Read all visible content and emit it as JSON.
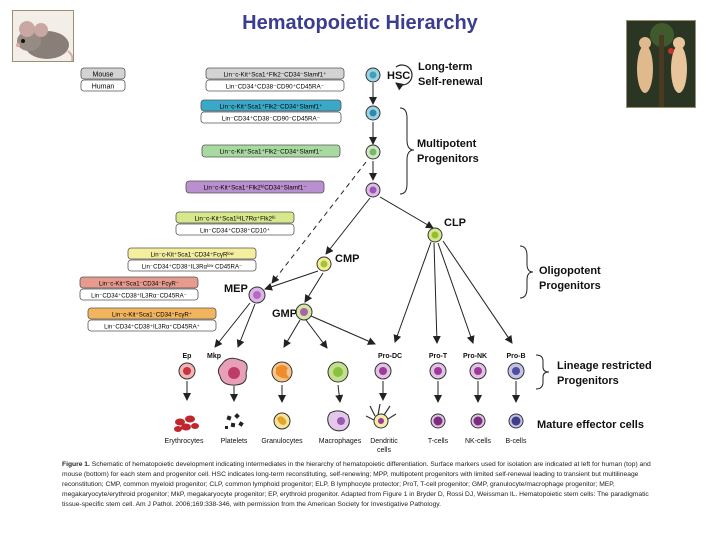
{
  "title": "Hematopoietic Hierarchy",
  "legend": {
    "mouse": "Mouse",
    "human": "Human"
  },
  "colors": {
    "title": "#3b3d8f",
    "arrow": "#222222",
    "mpp1_box": "#3aa9c9",
    "mpp2_box": "#a8d9a0",
    "mpp3_box": "#b98fd0",
    "clp_box": "#d7e78c",
    "cmp_box": "#f4ef9f",
    "mep_box": "#e79a8e",
    "gmp_box": "#f2b45c",
    "cell_hsc_mpp": "#3e9fc0",
    "cell_green": "#a9d34c",
    "cell_purple": "#b062b8",
    "cell_red": "#c8343b",
    "cell_megakaryocyte": "#c03b6a",
    "cell_granulocyte": "#f08c2a",
    "cell_macrophage": "#8ac13f",
    "cell_lymphoid": "#a03a9a",
    "cell_pro_b": "#4f4ea0"
  },
  "markers": [
    {
      "id": "hsc",
      "mouse": "Lin⁻c-Kit⁺Sca1⁺Flk2⁻CD34⁻Slamf1⁺",
      "human": "Lin⁻CD34⁺CD38⁻CD90⁺CD45RA⁻"
    },
    {
      "id": "mpp1",
      "mouse": "Lin⁻c-Kit⁺Sca1⁺Flk2⁻CD34⁺Slamf1⁺",
      "human": "Lin⁻CD34⁺CD38⁻CD90⁻CD45RA⁻"
    },
    {
      "id": "mpp2",
      "mouse": "Lin⁻c-Kit⁺Sca1⁺Flk2⁻CD34⁺Slamf1⁻"
    },
    {
      "id": "mpp3",
      "mouse": "Lin⁻c-Kit⁺Sca1⁺Flk2ʰⁱCD34⁺Slamf1⁻"
    },
    {
      "id": "clp",
      "mouse": "Lin⁻c-Kit⁺Sca1ˡᵒIL7Rα⁺Flk2ʰⁱ",
      "human": "Lin⁻CD34⁺CD38⁺CD10⁺"
    },
    {
      "id": "cmp",
      "mouse": "Lin⁻c-Kit⁺Sca1⁻CD34⁺FcγRˡᵒʷ",
      "human": "Lin⁻CD34⁺CD38⁺IL3Rαˡᵒʷ CD45RA⁻"
    },
    {
      "id": "mep",
      "mouse": "Lin⁻c-Kit⁺Sca1⁻CD34⁻FcγR⁻",
      "human": "Lin⁻CD34⁺CD38⁺IL3Rα⁻CD45RA⁻"
    },
    {
      "id": "gmp",
      "mouse": "Lin⁻c-Kit⁺Sca1⁻CD34⁺FcγR⁺",
      "human": "Lin⁻CD34⁺CD38⁺IL3Rα⁺CD45RA⁺"
    }
  ],
  "nodes": {
    "hsc": "HSC",
    "clp": "CLP",
    "cmp": "CMP",
    "mep": "MEP",
    "gmp": "GMP",
    "ep": "Ep",
    "mkp": "Mkp",
    "pro_dc": "Pro-DC",
    "pro_t": "Pro-T",
    "pro_nk": "Pro-NK",
    "pro_b": "Pro-B"
  },
  "stages": {
    "long_term_1": "Long-term",
    "long_term_2": "Self-renewal",
    "multipotent_1": "Multipotent",
    "multipotent_2": "Progenitors",
    "oligopotent_1": "Oligopotent",
    "oligopotent_2": "Progenitors",
    "lineage_1": "Lineage restricted",
    "lineage_2": "Progenitors",
    "mature": "Mature effector cells"
  },
  "mature_cells": {
    "erythrocytes": "Erythrocytes",
    "platelets": "Platelets",
    "granulocytes": "Granulocytes",
    "macrophages": "Macrophages",
    "dendritic_1": "Dendritic",
    "dendritic_2": "cells",
    "t_cells": "T-cells",
    "nk_cells": "NK-cells",
    "b_cells": "B-cells"
  },
  "caption": {
    "lead": "Figure 1.",
    "text": " Schematic of hematopoietic development indicating intermediates in the hierarchy of hematopoietic differentiation. Surface markers used for isolation are indicated at left for human (top) and mouse (bottom) for each stem and progenitor cell. HSC indicates long-term reconstituting, self-renewing; MPP, multipotent progenitors with limited self-renewal leading to transient but multilineage reconstitution; CMP, common myeloid progenitor; CLP, common lymphoid progenitor; ELP, B lymphocyte protector; ProT, T-cell progenitor; GMP, granulocyte/macrophage progenitor; MEP, megakaryocyte/erythroid progenitor; MkP, megakaryocyte progenitor; EP, erythroid progenitor. Adapted from Figure 1 in Bryder D, Rossi DJ, Weissman IL. Hematopoietic stem cells: The paradigmatic tissue-specific stem cell. Am J Pathol. 2006;169:338-346, with permission from the American Society for Investigative Pathology."
  }
}
